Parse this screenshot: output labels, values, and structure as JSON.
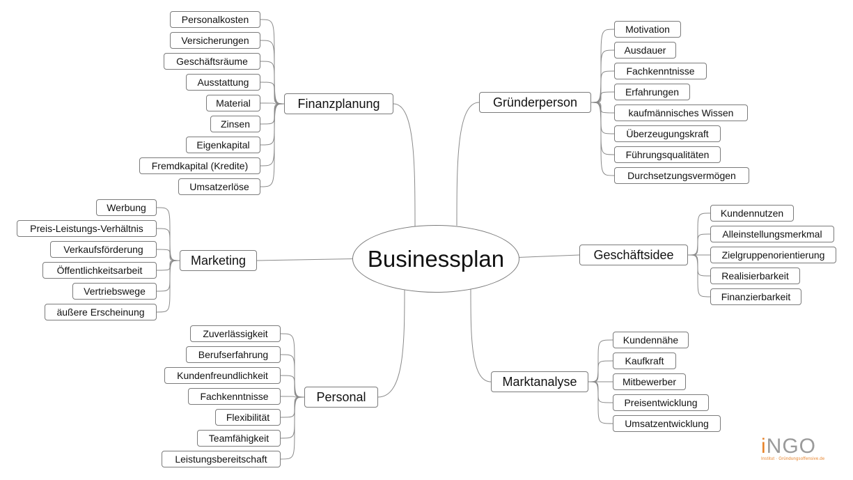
{
  "center": "Businessplan",
  "branches": {
    "finanzplanung": {
      "label": "Finanzplanung",
      "items": [
        "Personalkosten",
        "Versicherungen",
        "Geschäftsräume",
        "Ausstattung",
        "Material",
        "Zinsen",
        "Eigenkapital",
        "Fremdkapital (Kredite)",
        "Umsatzerlöse"
      ]
    },
    "marketing": {
      "label": "Marketing",
      "items": [
        "Werbung",
        "Preis-Leistungs-Verhältnis",
        "Verkaufsförderung",
        "Öffentlichkeitsarbeit",
        "Vertriebswege",
        "äußere Erscheinung"
      ]
    },
    "personal": {
      "label": "Personal",
      "items": [
        "Zuverlässigkeit",
        "Berufserfahrung",
        "Kundenfreundlichkeit",
        "Fachkenntnisse",
        "Flexibilität",
        "Teamfähigkeit",
        "Leistungsbereitschaft"
      ]
    },
    "gruenderperson": {
      "label": "Gründerperson",
      "items": [
        "Motivation",
        "Ausdauer",
        "Fachkenntnisse",
        "Erfahrungen",
        "kaufmännisches Wissen",
        "Überzeugungskraft",
        "Führungsqualitäten",
        "Durchsetzungsvermögen"
      ]
    },
    "geschaeftsidee": {
      "label": "Geschäftsidee",
      "items": [
        "Kundennutzen",
        "Alleinstellungsmerkmal",
        "Zielgruppenorientierung",
        "Realisierbarkeit",
        "Finanzierbarkeit"
      ]
    },
    "marktanalyse": {
      "label": "Marktanalyse",
      "items": [
        "Kundennähe",
        "Kaufkraft",
        "Mitbewerber",
        "Preisentwicklung",
        "Umsatzentwicklung"
      ]
    }
  },
  "logo": {
    "mark_i": "i",
    "mark_rest": "NGO",
    "subtitle": "Institut · Gründungsoffensive.de",
    "colors": {
      "accent": "#e8832a",
      "gray": "#9a9a9a"
    }
  },
  "colors": {
    "line": "#8a8a8a",
    "border": "#7a7a7a"
  }
}
